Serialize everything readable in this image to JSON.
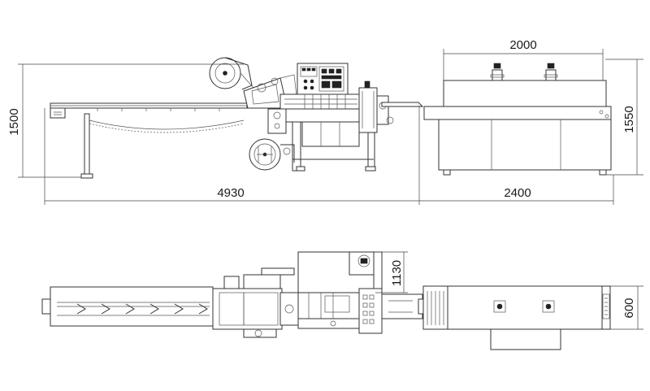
{
  "dimensions": {
    "side_total_length": "4930",
    "side_height": "1500",
    "tunnel_length": "2000",
    "tunnel_height": "1550",
    "tunnel_base_length": "2400",
    "top_width": "1130",
    "tunnel_width": "600"
  }
}
